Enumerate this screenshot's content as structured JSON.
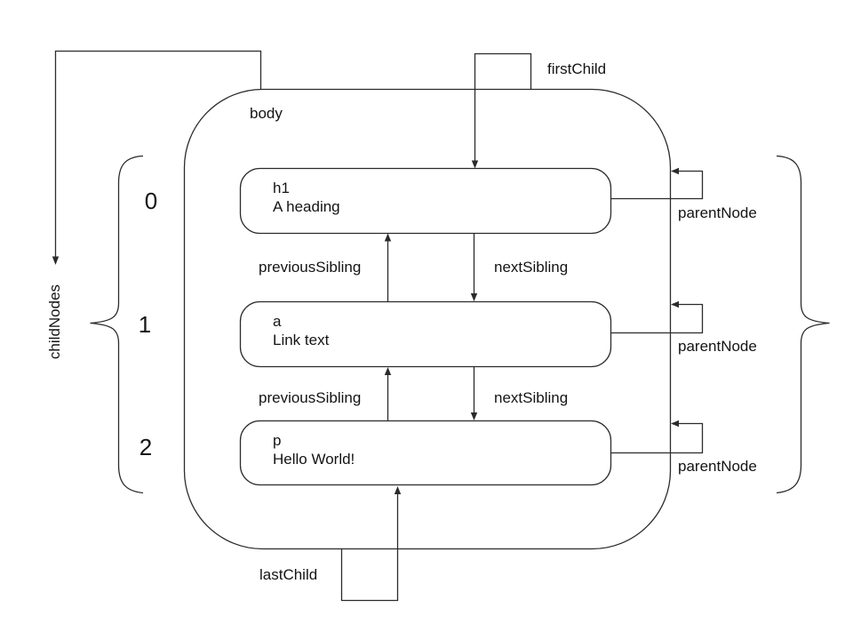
{
  "diagram": {
    "container": {
      "label": "body"
    },
    "nodes": [
      {
        "index": "0",
        "tag": "h1",
        "content": "A heading"
      },
      {
        "index": "1",
        "tag": "a",
        "content": "Link text"
      },
      {
        "index": "2",
        "tag": "p",
        "content": "Hello World!"
      }
    ],
    "labels": {
      "first_child": "firstChild",
      "last_child": "lastChild",
      "child_nodes": "childNodes",
      "parent_node": "parentNode",
      "previous_sibling": "previousSibling",
      "next_sibling": "nextSibling"
    },
    "colors": {
      "line": "#2b2b2b",
      "text": "#141414",
      "background": "#ffffff"
    }
  }
}
